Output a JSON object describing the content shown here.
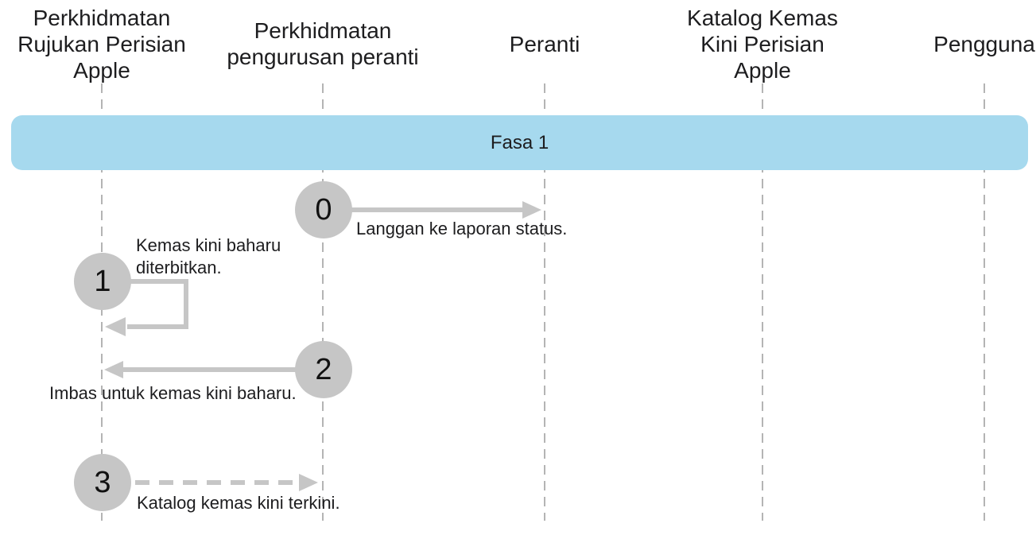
{
  "diagram": {
    "title_none_visible": "",
    "phase": {
      "label": "Fasa 1"
    },
    "actors": [
      {
        "name": "Perkhidmatan\nRujukan Perisian\nApple"
      },
      {
        "name": "Perkhidmatan\npengurusan peranti"
      },
      {
        "name": "Peranti"
      },
      {
        "name": "Katalog Kemas\nKini Perisian\nApple"
      },
      {
        "name": "Pengguna"
      }
    ],
    "steps": [
      {
        "number": "0",
        "label": "Langgan ke laporan status.",
        "from_actor": 1,
        "to_actor": 2,
        "line_style": "solid"
      },
      {
        "number": "1",
        "label": "Kemas kini baharu\nditerbitkan.",
        "from_actor": 0,
        "to_actor": 0,
        "line_style": "solid-self-loop"
      },
      {
        "number": "2",
        "label": "Imbas untuk kemas kini baharu.",
        "from_actor": 1,
        "to_actor": 0,
        "line_style": "solid"
      },
      {
        "number": "3",
        "label": "Katalog kemas kini terkini.",
        "from_actor": 0,
        "to_actor": 1,
        "line_style": "dashed"
      }
    ],
    "colors": {
      "phase_band": "#a6d9ee",
      "connector_gray": "#c6c6c6",
      "lifeline_gray": "#b4b4b4",
      "text": "#1d1d1f"
    }
  }
}
